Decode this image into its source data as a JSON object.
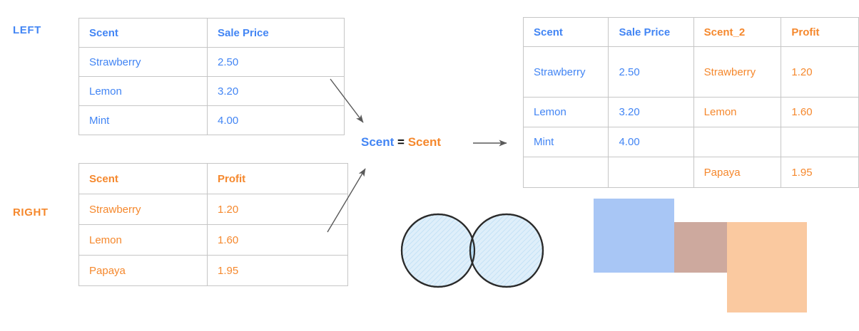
{
  "theme": {
    "left_color": "#4285F4",
    "right_color": "#F5882D",
    "equals_color": "#000000",
    "border_color": "#c6c6c6",
    "rect_blue": "#A8C6F5",
    "rect_orange": "#FAC9A0",
    "rect_overlap": "#CDA99E",
    "venn_fill": "#D6E9F8",
    "venn_overlap_fill": "#B8DCF5",
    "venn_stroke": "#2b2b2b",
    "arrow_color": "#595959"
  },
  "labels": {
    "left": "LEFT",
    "right": "RIGHT"
  },
  "left_table": {
    "headers": [
      "Scent",
      "Sale Price"
    ],
    "rows": [
      [
        "Strawberry",
        "2.50"
      ],
      [
        "Lemon",
        "3.20"
      ],
      [
        "Mint",
        "4.00"
      ]
    ]
  },
  "right_table": {
    "headers": [
      "Scent",
      "Profit"
    ],
    "rows": [
      [
        "Strawberry",
        "1.20"
      ],
      [
        "Lemon",
        "1.60"
      ],
      [
        "Papaya",
        "1.95"
      ]
    ]
  },
  "result_table": {
    "headers": [
      "Scent",
      "Sale Price",
      "Scent_2",
      "Profit"
    ],
    "rows": [
      [
        "Strawberry",
        "2.50",
        "Strawberry",
        "1.20"
      ],
      [
        "Lemon",
        "3.20",
        "Lemon",
        "1.60"
      ],
      [
        "Mint",
        "4.00",
        "",
        ""
      ],
      [
        "",
        "",
        "Papaya",
        "1.95"
      ]
    ]
  },
  "join_condition": {
    "left_key": "Scent",
    "operator": "=",
    "right_key": "Scent"
  },
  "diagrams": {
    "venn": {
      "left_circle_filled": true,
      "right_circle_filled": true,
      "intersection_filled": true
    },
    "rectangles": {
      "blue_filled": true,
      "orange_filled": true,
      "overlap_filled": true
    }
  }
}
